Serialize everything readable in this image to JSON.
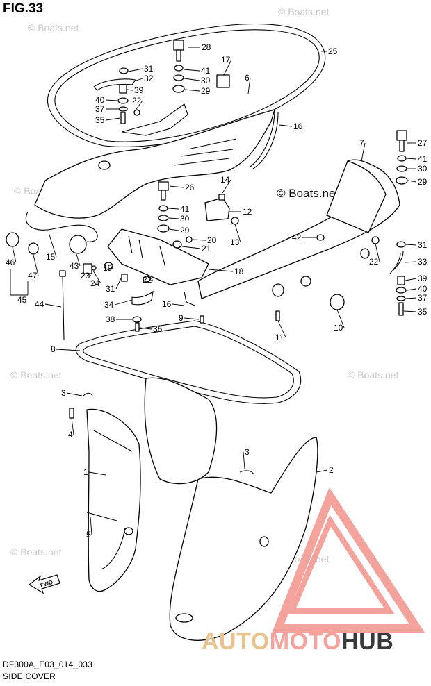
{
  "figure": {
    "title": "FIG.33",
    "model_code": "DF300A_E03_014_033",
    "section_name": "SIDE COVER"
  },
  "copyright": "© Boats.net",
  "watermark": {
    "text": "© Boats.net"
  },
  "brand": {
    "part1": "AUTO",
    "part2": "MOTO",
    "part3": "HUB",
    "color_primary": "#f4a29c",
    "color_secondary": "#e8c390",
    "color_dark": "#3a3a3a"
  },
  "fwd_label": "FWD",
  "callouts": [
    {
      "id": "c28",
      "label": "28"
    },
    {
      "id": "c25",
      "label": "25"
    },
    {
      "id": "c17",
      "label": "17"
    },
    {
      "id": "c31a",
      "label": "31"
    },
    {
      "id": "c41a",
      "label": "41"
    },
    {
      "id": "c32",
      "label": "32"
    },
    {
      "id": "c30a",
      "label": "30"
    },
    {
      "id": "c6",
      "label": "6"
    },
    {
      "id": "c39a",
      "label": "39"
    },
    {
      "id": "c29a",
      "label": "29"
    },
    {
      "id": "c40a",
      "label": "40"
    },
    {
      "id": "c22a",
      "label": "22"
    },
    {
      "id": "c37a",
      "label": "37"
    },
    {
      "id": "c35a",
      "label": "35"
    },
    {
      "id": "c16a",
      "label": "16"
    },
    {
      "id": "c7",
      "label": "7"
    },
    {
      "id": "c27",
      "label": "27"
    },
    {
      "id": "c41b",
      "label": "41"
    },
    {
      "id": "c30b",
      "label": "30"
    },
    {
      "id": "c29b",
      "label": "29"
    },
    {
      "id": "c26",
      "label": "26"
    },
    {
      "id": "c14",
      "label": "14"
    },
    {
      "id": "c41c",
      "label": "41"
    },
    {
      "id": "c12",
      "label": "12"
    },
    {
      "id": "c30c",
      "label": "30"
    },
    {
      "id": "c29c",
      "label": "29"
    },
    {
      "id": "c13",
      "label": "13"
    },
    {
      "id": "c20",
      "label": "20"
    },
    {
      "id": "c21",
      "label": "21"
    },
    {
      "id": "c42",
      "label": "42"
    },
    {
      "id": "c31b",
      "label": "31"
    },
    {
      "id": "c46",
      "label": "46"
    },
    {
      "id": "c15",
      "label": "15"
    },
    {
      "id": "c43",
      "label": "43"
    },
    {
      "id": "c22b",
      "label": "22"
    },
    {
      "id": "c33",
      "label": "33"
    },
    {
      "id": "c19",
      "label": "19"
    },
    {
      "id": "c18",
      "label": "18"
    },
    {
      "id": "c47",
      "label": "47"
    },
    {
      "id": "c24",
      "label": "24"
    },
    {
      "id": "c23",
      "label": "23"
    },
    {
      "id": "c31c",
      "label": "31"
    },
    {
      "id": "c22c",
      "label": "22"
    },
    {
      "id": "c39b",
      "label": "39"
    },
    {
      "id": "c40b",
      "label": "40"
    },
    {
      "id": "c45",
      "label": "45"
    },
    {
      "id": "c34",
      "label": "34"
    },
    {
      "id": "c16b",
      "label": "16"
    },
    {
      "id": "c37b",
      "label": "37"
    },
    {
      "id": "c44",
      "label": "44"
    },
    {
      "id": "c35b",
      "label": "35"
    },
    {
      "id": "c9",
      "label": "9"
    },
    {
      "id": "c10",
      "label": "10"
    },
    {
      "id": "c38",
      "label": "38"
    },
    {
      "id": "c36",
      "label": "36"
    },
    {
      "id": "c11",
      "label": "11"
    },
    {
      "id": "c8",
      "label": "8"
    },
    {
      "id": "c3a",
      "label": "3"
    },
    {
      "id": "c4",
      "label": "4"
    },
    {
      "id": "c3b",
      "label": "3"
    },
    {
      "id": "c2",
      "label": "2"
    },
    {
      "id": "c1",
      "label": "1"
    },
    {
      "id": "c5",
      "label": "5"
    }
  ]
}
